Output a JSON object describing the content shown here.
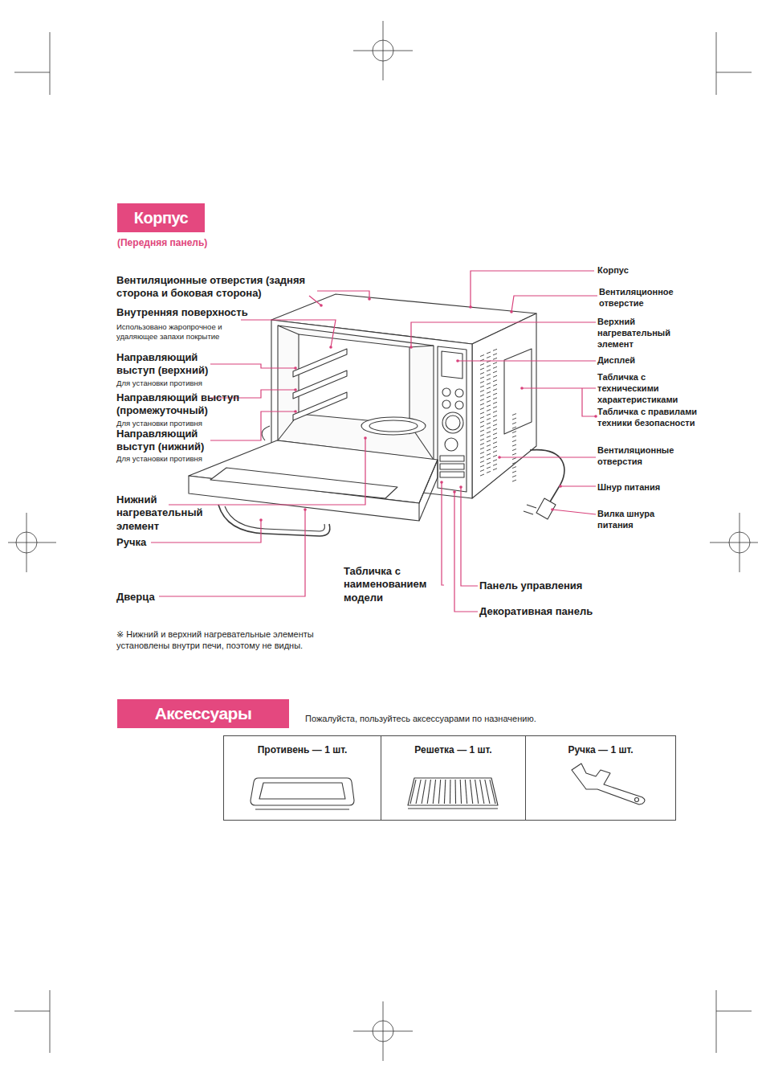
{
  "diagram": {
    "nodes": [
      {
        "text": [
          "Корпус"
        ]
      },
      {
        "text": [
          "Аксессуары"
        ]
      },
      {
        "text": [
          "Противень — 1 шт."
        ]
      },
      {
        "text": [
          "Решетка — 1 шт."
        ]
      },
      {
        "text": [
          "Ручка — 1 шт."
        ]
      }
    ],
    "labels": [
      "(Передняя панель)",
      "Вентиляционные отверстия (задняя сторона и боковая сторона)",
      "Внутренняя поверхность",
      "Использовано жаропрочное и удаляющее запахи покрытие",
      "Направляющий выступ (верхний)",
      "Для установки противня",
      "Направляющий выступ (промежуточный)",
      "Для установки противня",
      "Направляющий выступ (нижний)",
      "Для установки противня",
      "Нижний нагревательный элемент",
      "Ручка",
      "Дверца",
      "Корпус",
      "Вентиляционное отверстие",
      "Верхний нагревательный элемент",
      "Дисплей",
      "Табличка с техническими характеристиками",
      "Табличка с правилами техники безопасности",
      "Вентиляционные отверстия",
      "Шнур питания",
      "Вилка шнура питания",
      "Табличка с наименованием модели",
      "Панель управления",
      "Декоративная панель",
      "※ Нижний и верхний нагревательные элементы установлены внутри печи, поэтому не видны.",
      "Пожалуйста, пользуйтесь аксессуарами по назначению."
    ]
  }
}
